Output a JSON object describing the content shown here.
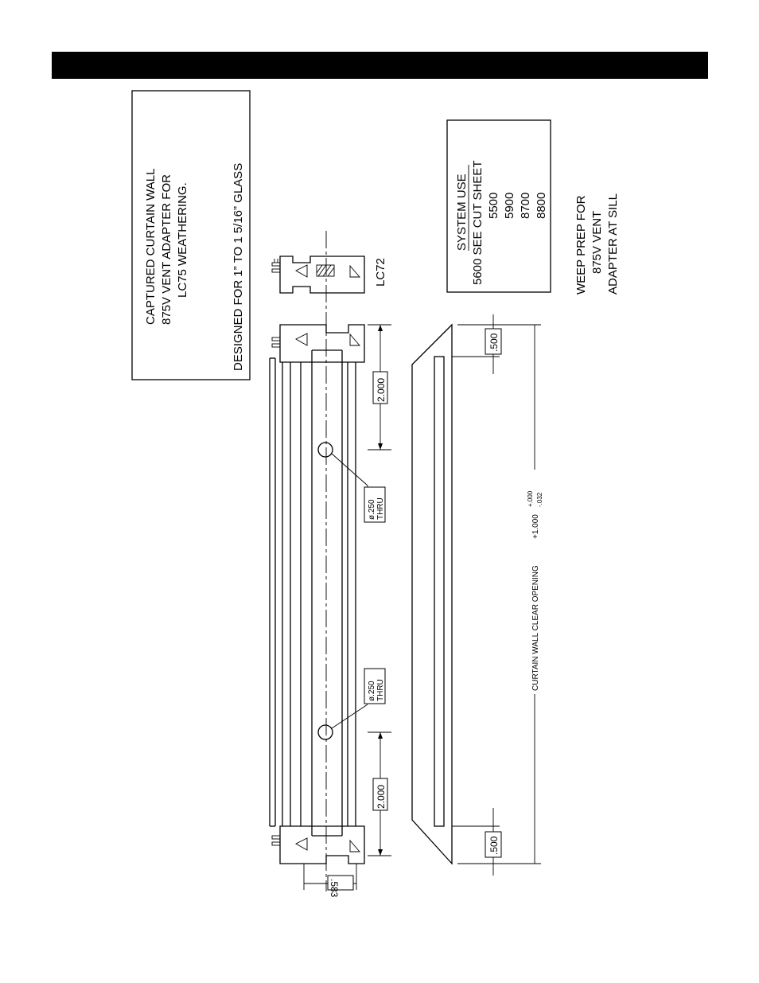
{
  "notes": {
    "description_lines": [
      "CAPTURED CURTAIN WALL",
      "875V VENT ADAPTER FOR",
      "LC75 WEATHERING.",
      "DESIGNED FOR 1” TO 1 5/16” GLASS"
    ]
  },
  "system_use": {
    "heading": "SYSTEM USE",
    "rows": [
      "5600 SEE CUT SHEET",
      "5500",
      "5900",
      "8700",
      "8800"
    ]
  },
  "weep_prep": {
    "lines": [
      "WEEP PREP FOR",
      "875V VENT",
      "ADAPTER AT SILL"
    ]
  },
  "profile": {
    "name": "LC72"
  },
  "dimensions": {
    "hole_spacing_left": "2.000",
    "hole_spacing_right": "2.000",
    "hole_callout_line1": "ø.250",
    "hole_callout_line2": "THRU",
    "offset": ".583",
    "end_left": ".500",
    "end_right": ".500",
    "clear_opening": "CURTAIN WALL CLEAR OPENING",
    "tolerance_base": "+1.000",
    "tolerance_plus": "+.000",
    "tolerance_minus": "-.032"
  }
}
